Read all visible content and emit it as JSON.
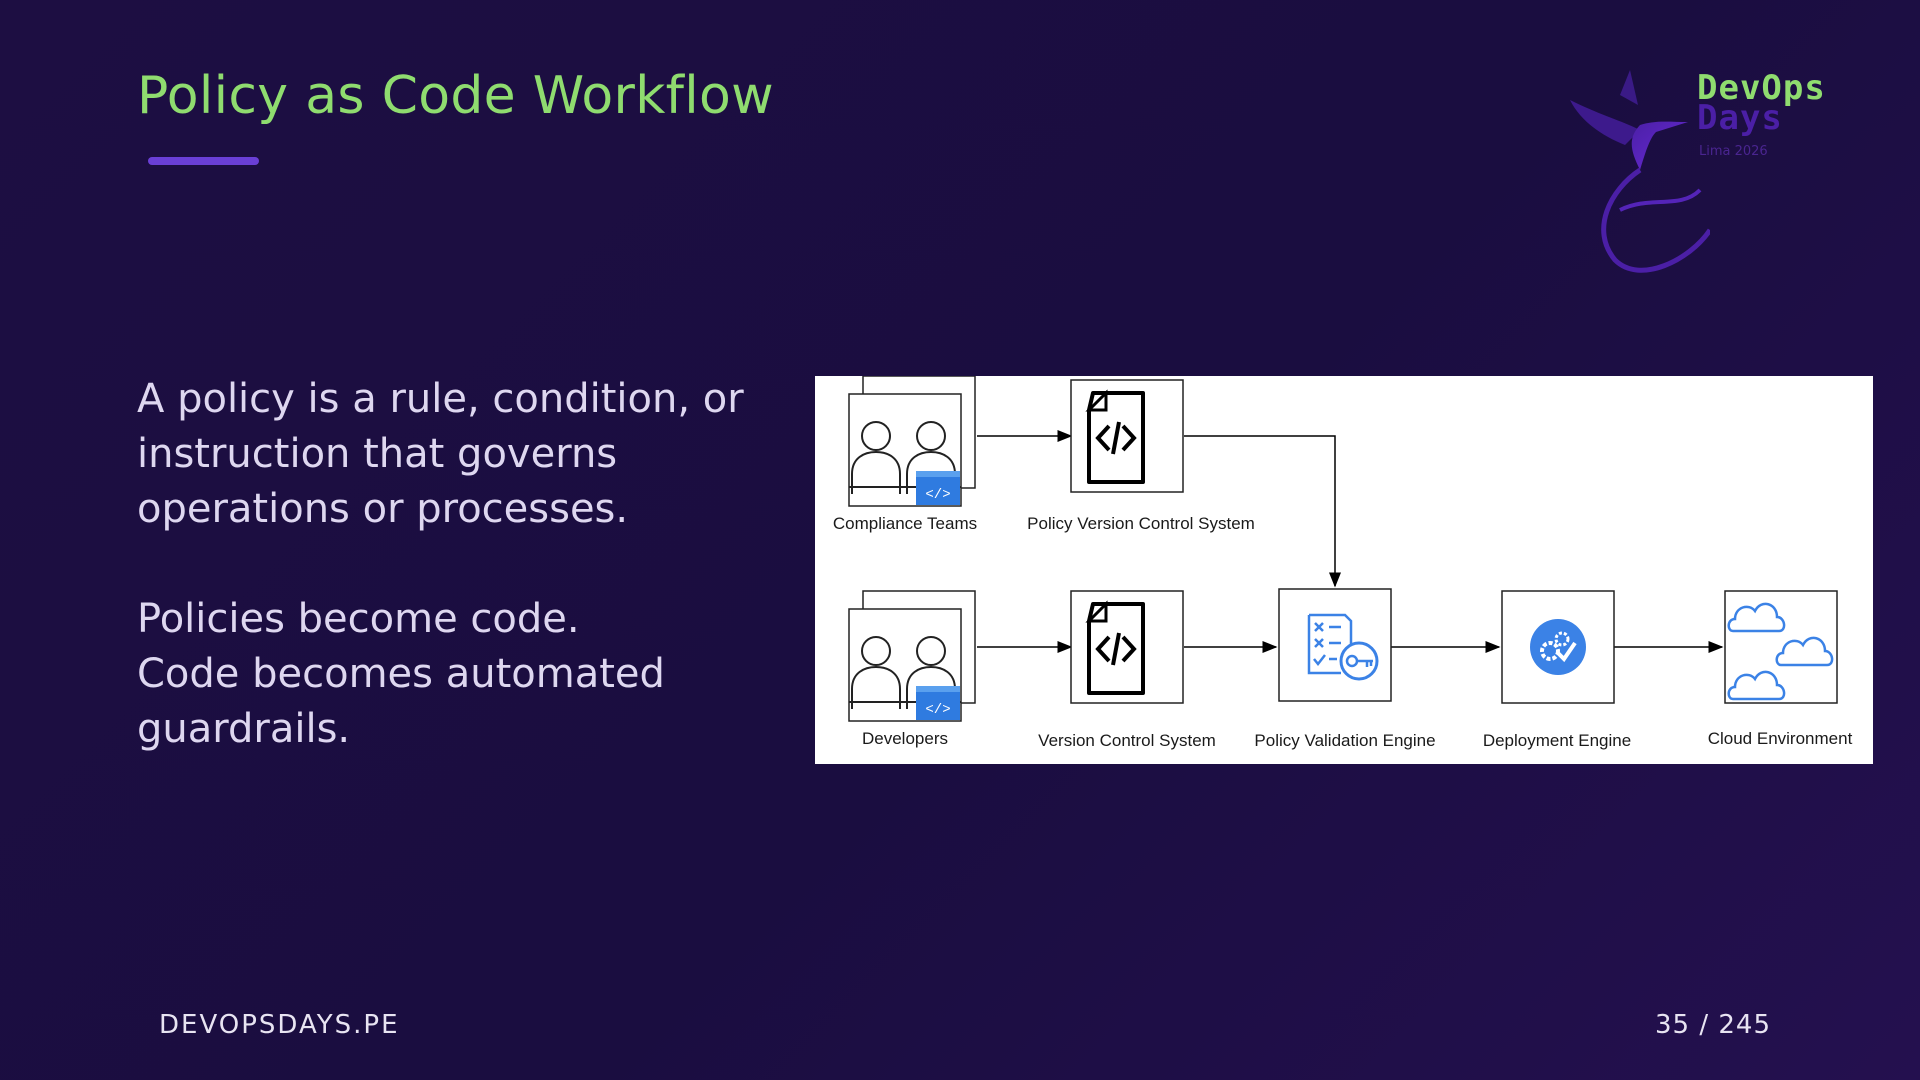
{
  "slide": {
    "title": "Policy as Code Workflow",
    "body": {
      "paragraph1": "A policy is a rule, condition, or instruction that governs operations or processes.",
      "paragraph1_lines": [
        "A policy is a rule, condition, or",
        "instruction that governs",
        "operations or processes."
      ],
      "paragraph2_lines": [
        "Policies become code.",
        "Code becomes automated",
        "guardrails."
      ]
    }
  },
  "logo": {
    "line1": "DevOps",
    "line2": "Days",
    "line3": "Lima 2026",
    "icon": "hummingbird-icon"
  },
  "diagram": {
    "nodes": [
      {
        "id": "compliance-teams",
        "label": "Compliance Teams",
        "icon": "team-code-icon"
      },
      {
        "id": "policy-vcs",
        "label": "Policy Version Control System",
        "icon": "code-file-icon"
      },
      {
        "id": "developers",
        "label": "Developers",
        "icon": "team-code-icon"
      },
      {
        "id": "vcs",
        "label": "Version Control System",
        "icon": "code-file-icon"
      },
      {
        "id": "policy-validation",
        "label": "Policy Validation Engine",
        "icon": "checklist-key-icon"
      },
      {
        "id": "deployment",
        "label": "Deployment Engine",
        "icon": "gears-check-icon"
      },
      {
        "id": "cloud",
        "label": "Cloud Environment",
        "icon": "clouds-icon"
      }
    ],
    "edges": [
      [
        "compliance-teams",
        "policy-vcs"
      ],
      [
        "policy-vcs",
        "policy-validation"
      ],
      [
        "developers",
        "vcs"
      ],
      [
        "vcs",
        "policy-validation"
      ],
      [
        "policy-validation",
        "deployment"
      ],
      [
        "deployment",
        "cloud"
      ]
    ]
  },
  "footer": {
    "site": "DEVOPSDAYS.PE",
    "page": "35 / 245"
  },
  "colors": {
    "background": "#1d0e42",
    "title": "#8fdc6f",
    "accent": "#6a3fd6",
    "icon_blue": "#3b82e6"
  }
}
